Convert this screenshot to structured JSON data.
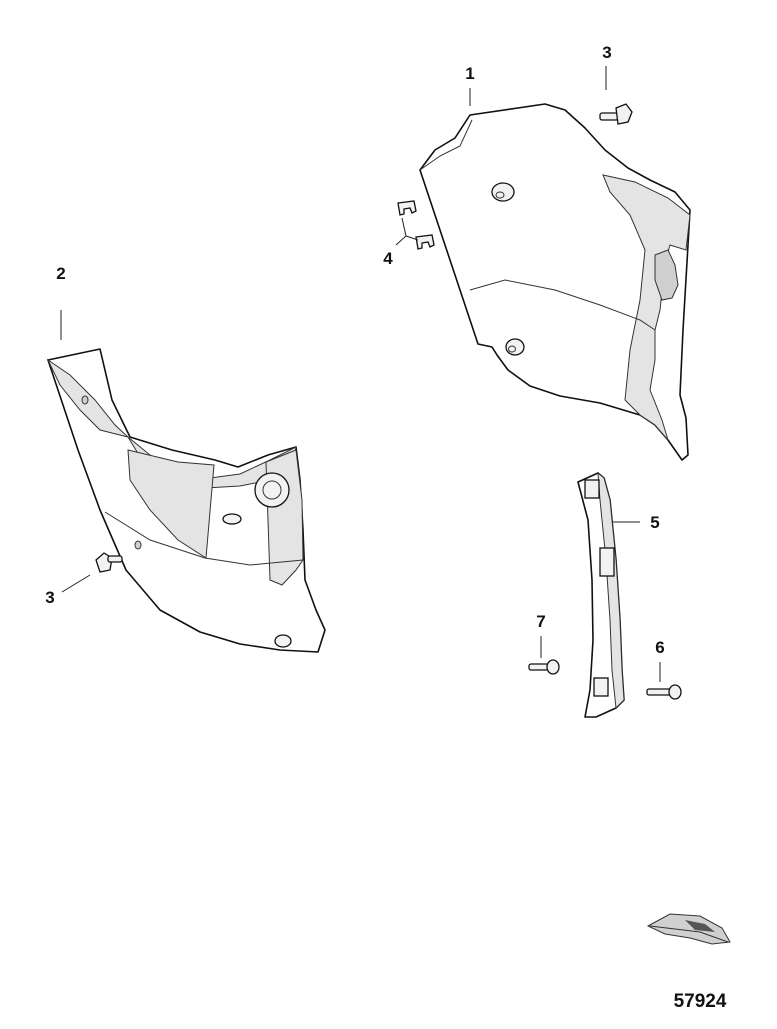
{
  "diagram": {
    "callouts": [
      {
        "id": "c1",
        "label": "1"
      },
      {
        "id": "c2",
        "label": "2"
      },
      {
        "id": "c3a",
        "label": "3"
      },
      {
        "id": "c3b",
        "label": "3"
      },
      {
        "id": "c4",
        "label": "4"
      },
      {
        "id": "c5",
        "label": "5"
      },
      {
        "id": "c6",
        "label": "6"
      },
      {
        "id": "c7",
        "label": "7"
      }
    ],
    "figure_number": "57924"
  }
}
